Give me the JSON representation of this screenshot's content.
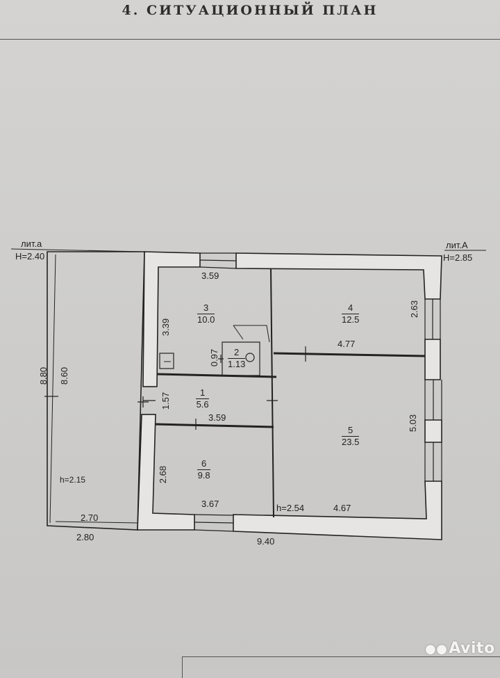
{
  "title": "4. СИТУАЦИОННЫЙ ПЛАН",
  "liters": {
    "left_name": "лит.а",
    "left_height": "Н=2.40",
    "right_name": "лит.А",
    "right_height": "Н=2.85"
  },
  "rooms": [
    {
      "number": "3",
      "area": "10.0"
    },
    {
      "number": "4",
      "area": "12.5"
    },
    {
      "number": "2",
      "area": "1.13"
    },
    {
      "number": "1",
      "area": "5.6"
    },
    {
      "number": "5",
      "area": "23.5"
    },
    {
      "number": "6",
      "area": "9.8"
    }
  ],
  "dimensions": {
    "d_359_top": "3.59",
    "d_339": "3.39",
    "d_097": "0.97",
    "d_263": "2.63",
    "d_477": "4.77",
    "d_157": "1.57",
    "d_359_mid": "3.59",
    "d_503": "5.03",
    "d_880": "8.80",
    "d_860": "8.60",
    "d_268": "2.68",
    "d_367": "3.67",
    "d_467": "4.67",
    "d_270": "2.70",
    "d_280": "2.80",
    "d_940": "9.40"
  },
  "heights": {
    "veranda": "h=2.15",
    "main": "h=2.54"
  },
  "watermark": "Avito",
  "colors": {
    "paper": "#cfcecc",
    "ink": "#1f1f1f",
    "wall_fill": "#e6e5e3"
  }
}
